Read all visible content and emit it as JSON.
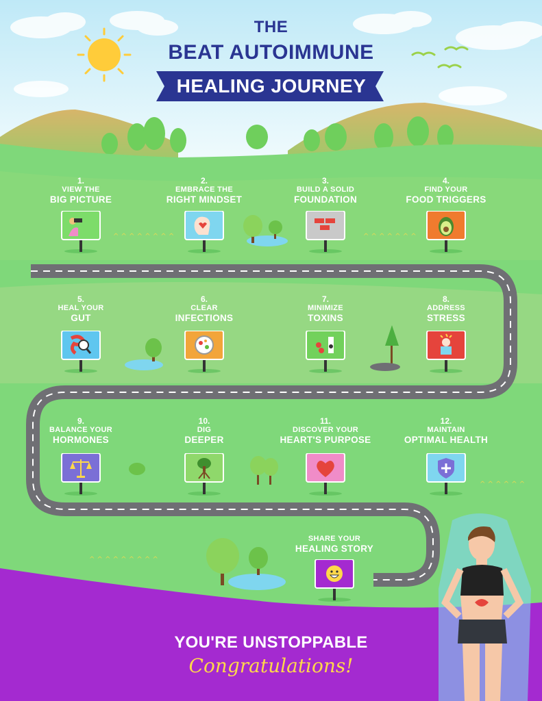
{
  "title": {
    "line1": "THE",
    "line2": "BEAT AUTOIMMUNE",
    "line3": "HEALING JOURNEY"
  },
  "steps": [
    {
      "num": "1.",
      "line1": "VIEW THE",
      "line2": "BIG PICTURE",
      "icon": "binoculars-person-icon",
      "color": "#7ddc6a"
    },
    {
      "num": "2.",
      "line1": "EMBRACE THE",
      "line2": "RIGHT MINDSET",
      "icon": "head-heart-icon",
      "color": "#7fd6ef"
    },
    {
      "num": "3.",
      "line1": "BUILD A SOLID",
      "line2": "FOUNDATION",
      "icon": "bricks-icon",
      "color": "#c9c9c9"
    },
    {
      "num": "4.",
      "line1": "FIND YOUR",
      "line2": "FOOD TRIGGERS",
      "icon": "avocado-icon",
      "color": "#f07b2e"
    },
    {
      "num": "5.",
      "line1": "HEAL YOUR",
      "line2": "GUT",
      "icon": "gut-magnifier-icon",
      "color": "#5fc6ef"
    },
    {
      "num": "6.",
      "line1": "CLEAR",
      "line2": "INFECTIONS",
      "icon": "petri-dish-icon",
      "color": "#f2a53a"
    },
    {
      "num": "7.",
      "line1": "MINIMIZE",
      "line2": "TOXINS",
      "icon": "toxins-icon",
      "color": "#72d15c"
    },
    {
      "num": "8.",
      "line1": "ADDRESS",
      "line2": "STRESS",
      "icon": "stressed-person-icon",
      "color": "#e5443c"
    },
    {
      "num": "9.",
      "line1": "BALANCE YOUR",
      "line2": "HORMONES",
      "icon": "scales-icon",
      "color": "#7b6fd6"
    },
    {
      "num": "10.",
      "line1": "DIG",
      "line2": "DEEPER",
      "icon": "tree-roots-icon",
      "color": "#8fd86b"
    },
    {
      "num": "11.",
      "line1": "DISCOVER YOUR",
      "line2": "HEART'S PURPOSE",
      "icon": "heart-icon",
      "color": "#f08cc8"
    },
    {
      "num": "12.",
      "line1": "MAINTAIN",
      "line2": "OPTIMAL HEALTH",
      "icon": "shield-icon",
      "color": "#7fd6ef"
    }
  ],
  "final_step": {
    "line1": "SHARE YOUR",
    "line2": "HEALING STORY",
    "icon": "smiley-icon",
    "color": "#a42ad0"
  },
  "closing": {
    "line1": "YOU'RE UNSTOPPABLE",
    "line2": "Congratulations!"
  },
  "colors": {
    "sky": "#dff4fb",
    "grass": "#7fd87a",
    "road": "#6f6f74",
    "purple": "#a42ad0",
    "navy": "#2a3592",
    "yellow": "#ffd84a"
  }
}
